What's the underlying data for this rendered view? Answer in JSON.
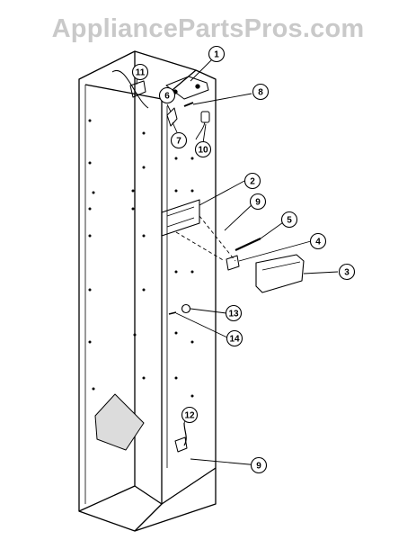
{
  "watermark": "AppliancePartsPros.com",
  "callouts": [
    {
      "id": "c1",
      "label": "1"
    },
    {
      "id": "c2",
      "label": "2"
    },
    {
      "id": "c3",
      "label": "3"
    },
    {
      "id": "c4",
      "label": "4"
    },
    {
      "id": "c5",
      "label": "5"
    },
    {
      "id": "c6",
      "label": "6"
    },
    {
      "id": "c7",
      "label": "7"
    },
    {
      "id": "c8",
      "label": "8"
    },
    {
      "id": "c9a",
      "label": "9"
    },
    {
      "id": "c9b",
      "label": "9"
    },
    {
      "id": "c10",
      "label": "10"
    },
    {
      "id": "c11",
      "label": "11"
    },
    {
      "id": "c12",
      "label": "12"
    },
    {
      "id": "c13",
      "label": "13"
    },
    {
      "id": "c14",
      "label": "14"
    }
  ]
}
